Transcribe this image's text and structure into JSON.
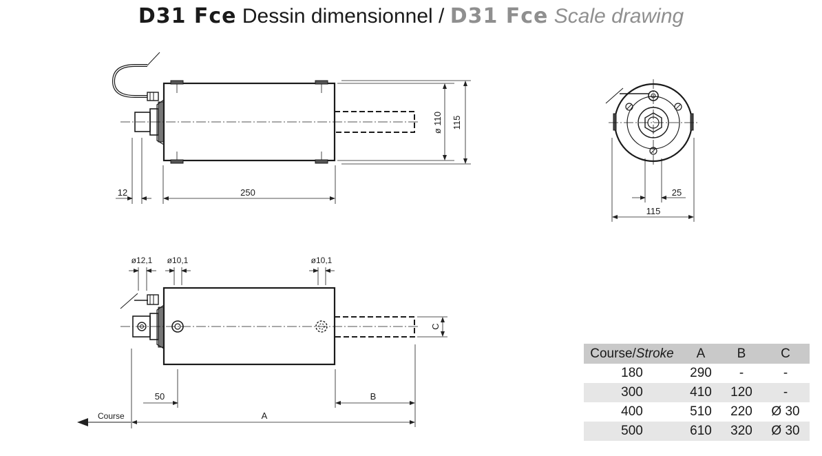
{
  "title": {
    "part1_bold": "D31 Fce",
    "part1_text": " Dessin dimensionnel / ",
    "part2_bold": "D31 Fce",
    "part2_italic": "Scale drawing"
  },
  "side_view": {
    "dim_12": "12",
    "dim_250": "250",
    "dim_d110": "ø 110",
    "dim_115": "115"
  },
  "end_view": {
    "dim_25": "25",
    "dim_115": "115"
  },
  "bottom_view": {
    "dim_d12_1": "ø12,1",
    "dim_d10_1_left": "ø10,1",
    "dim_d10_1_right": "ø10,1",
    "dim_C": "C",
    "dim_50": "50",
    "dim_B": "B",
    "dim_A": "A",
    "course_label": "Course"
  },
  "table": {
    "header_course": "Course/",
    "header_stroke": "Stroke",
    "headers": [
      "A",
      "B",
      "C"
    ],
    "rows": [
      [
        "180",
        "290",
        "-",
        "-"
      ],
      [
        "300",
        "410",
        "120",
        "-"
      ],
      [
        "400",
        "510",
        "220",
        "Ø 30"
      ],
      [
        "500",
        "610",
        "320",
        "Ø 30"
      ]
    ]
  }
}
